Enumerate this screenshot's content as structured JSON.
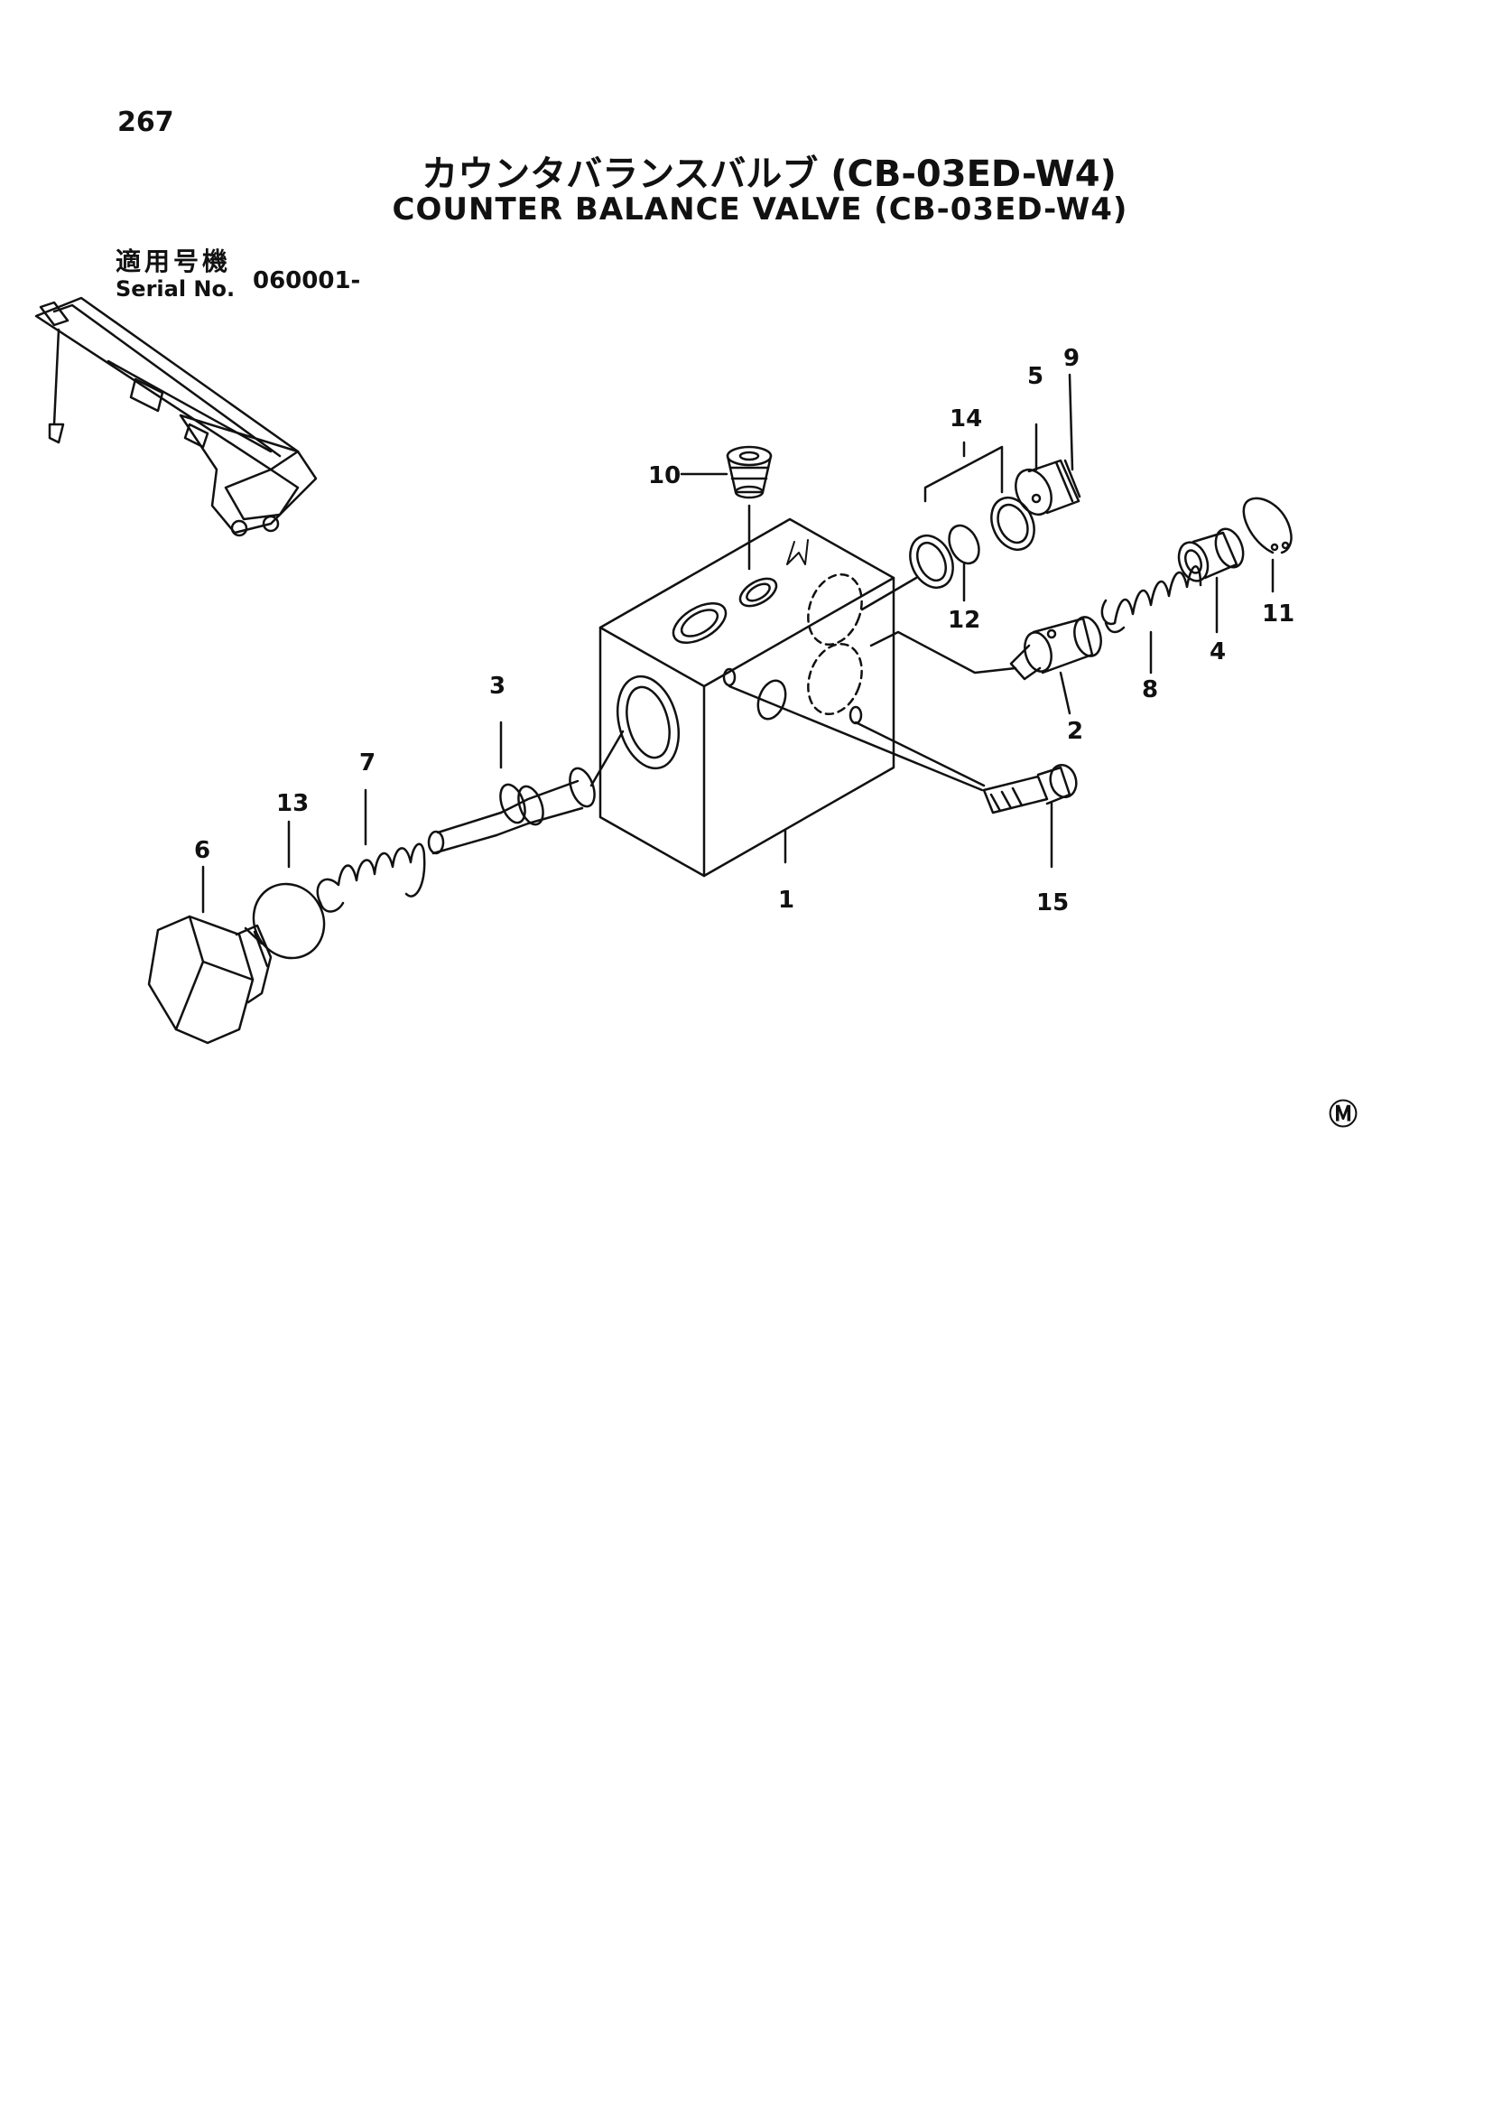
{
  "page": {
    "number": "267",
    "title_jp": "カウンタバランスバルブ (CB-03ED-W4)",
    "title_en": "COUNTER BALANCE VALVE (CB-03ED-W4)",
    "serial_label_jp": "適用号機",
    "serial_label_en": "Serial No.",
    "serial_value": "060001-",
    "mark": "Ⓜ"
  },
  "parts": {
    "p1": "1",
    "p2": "2",
    "p3": "3",
    "p4": "4",
    "p5": "5",
    "p6": "6",
    "p7": "7",
    "p8": "8",
    "p9": "9",
    "p10": "10",
    "p11": "11",
    "p12": "12",
    "p13": "13",
    "p14": "14",
    "p15": "15"
  }
}
